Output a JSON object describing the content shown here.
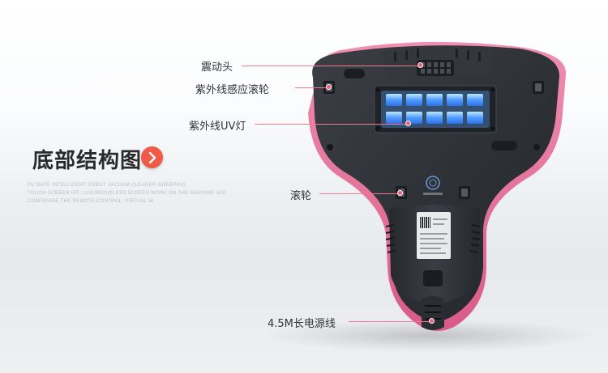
{
  "section": {
    "title": "底部结构图",
    "description": [
      "PU MATE INTELLIGENT ROBOT VACUUM CLEANER SWEEPING",
      "TOUCH SCREEN HIT, LUXURIOUSLESS SCREEN WORK ON THE MACHINE ACE,",
      "CONFIGURE THE REMOTE CONTROL, VIRTUAL W."
    ]
  },
  "callouts": {
    "vibration_head": "震动头",
    "uv_sensor_wheel": "紫外线感应滚轮",
    "uv_lamp": "紫外线UV灯",
    "roller": "滚轮",
    "power_cord": "4.5M长电源线"
  },
  "icons": {
    "next": "chevron-right-icon",
    "certification": "ccc-mark-icon",
    "label": "product-label"
  },
  "colors": {
    "accent": "#f15a47",
    "callout": "#ef5b78",
    "device_body": "#2f3237",
    "device_trim": "#e96f95"
  }
}
